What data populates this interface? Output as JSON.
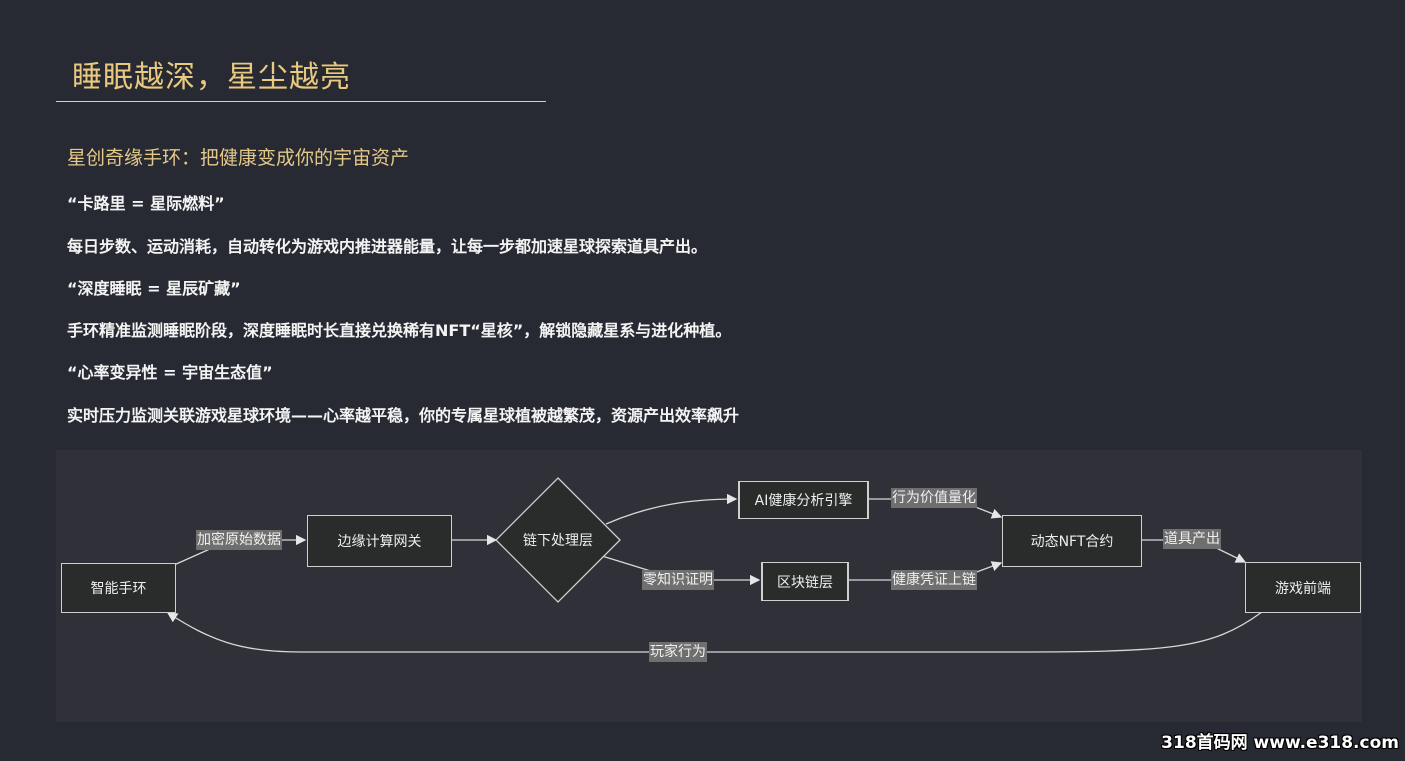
{
  "title": "睡眠越深，星尘越亮",
  "subtitle": "星创奇缘手环：把健康变成你的宇宙资产",
  "sections": [
    {
      "heading": "“卡路里 = 星际燃料”",
      "body": "每日步数、运动消耗，自动转化为游戏内推进器能量，让每一步都加速星球探索道具产出。"
    },
    {
      "heading": "“深度睡眠 = 星辰矿藏”",
      "body": "手环精准监测睡眠阶段，深度睡眠时长直接兑换稀有NFT“星核”，解锁隐藏星系与进化种植。"
    },
    {
      "heading": "“心率变异性 = 宇宙生态值”",
      "body": "实时压力监测关联游戏星球环境——心率越平稳，你的专属星球植被越繁茂，资源产出效率飙升"
    }
  ],
  "diagram": {
    "nodes": {
      "band": "智能手环",
      "gateway": "边缘计算网关",
      "offchain": "链下处理层",
      "ai": "AI健康分析引擎",
      "chain": "区块链层",
      "nft": "动态NFT合约",
      "game": "游戏前端"
    },
    "edges": {
      "band_gateway": "加密原始数据",
      "offchain_chain": "零知识证明",
      "ai_nft": "行为价值量化",
      "chain_nft": "健康凭证上链",
      "nft_game": "道具产出",
      "game_band": "玩家行为"
    }
  },
  "watermark": "318首码网 www.e318.com"
}
